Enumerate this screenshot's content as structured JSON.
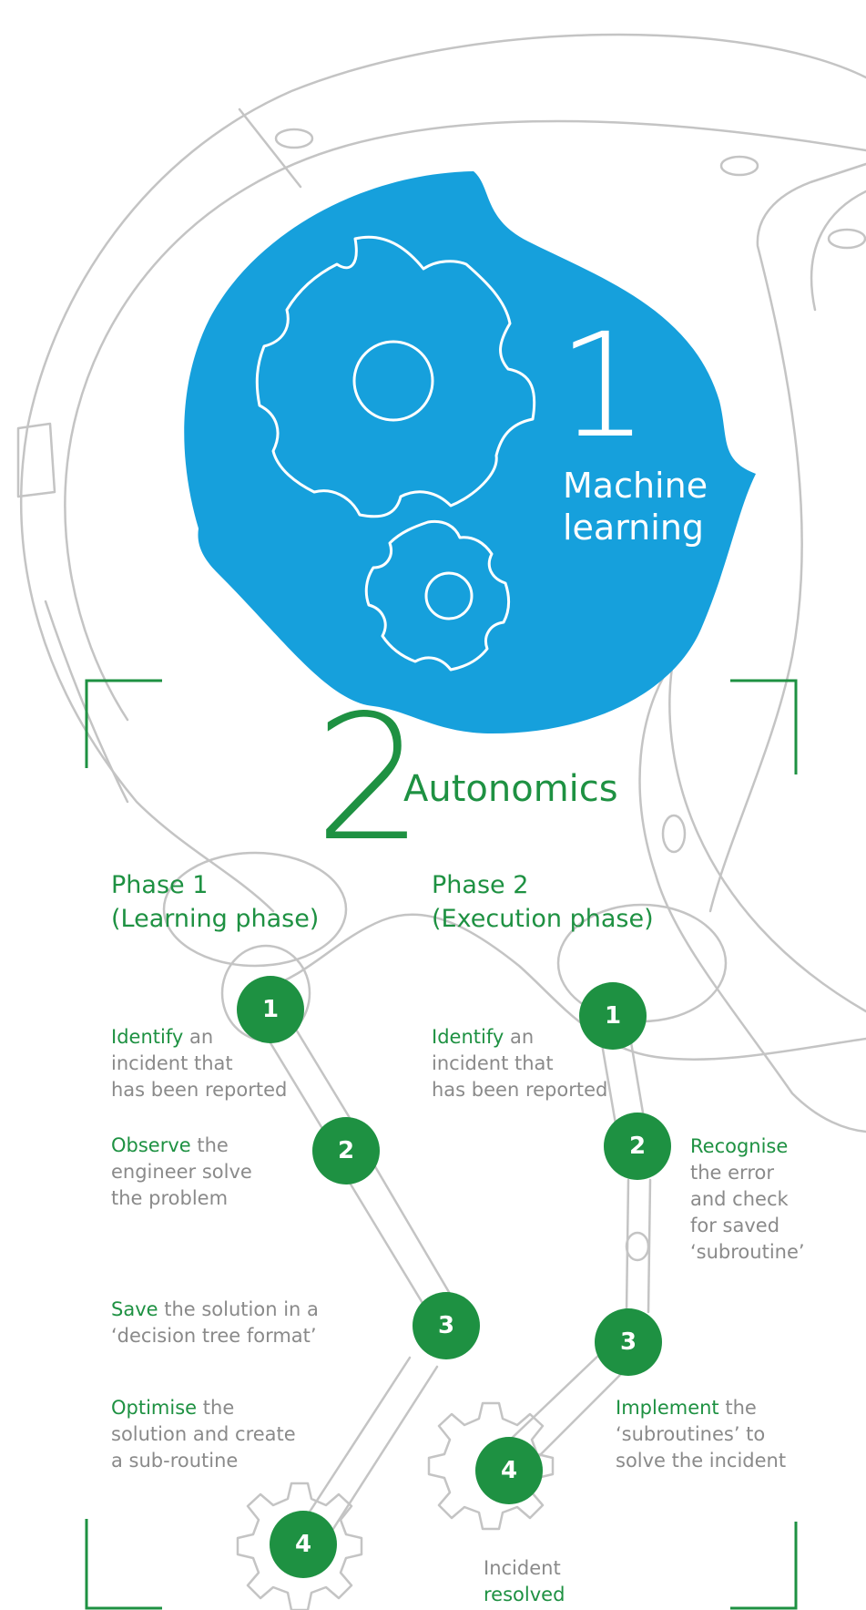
{
  "colors": {
    "green": "#1e9142",
    "blue": "#16a0dc",
    "gray": "#8a8a8a",
    "outline": "#c4c4c4"
  },
  "section1": {
    "number": "1",
    "title_line1": "Machine",
    "title_line2": "learning",
    "icon": "gears-icon"
  },
  "section2": {
    "number": "2",
    "title": "Autonomics"
  },
  "phase1": {
    "heading_line1": "Phase 1",
    "heading_line2": "(Learning phase)",
    "steps": [
      {
        "num": "1",
        "verb": "Identify",
        "rest": " an",
        "line2": "incident that",
        "line3": "has been reported"
      },
      {
        "num": "2",
        "verb": "Observe",
        "rest": " the",
        "line2": "engineer solve",
        "line3": "the problem"
      },
      {
        "num": "3",
        "verb": "Save",
        "rest": " the solution in a",
        "line2": "‘decision tree format’"
      },
      {
        "num": "4",
        "verb": "Optimise",
        "rest": " the",
        "line2": "solution and create",
        "line3": "a sub-routine"
      }
    ]
  },
  "phase2": {
    "heading_line1": "Phase 2",
    "heading_line2": "(Execution phase)",
    "steps": [
      {
        "num": "1",
        "verb": "Identify",
        "rest": " an",
        "line2": "incident that",
        "line3": "has been reported"
      },
      {
        "num": "2",
        "verb": "Recognise",
        "line2": "the error",
        "line3": "and check",
        "line4": "for saved",
        "line5": "‘subroutine’"
      },
      {
        "num": "3",
        "verb": "Implement",
        "rest": " the",
        "line2": "‘subroutines’ to",
        "line3": "solve the incident"
      },
      {
        "num": "4",
        "line1": "Incident",
        "verb": "resolved"
      }
    ]
  }
}
